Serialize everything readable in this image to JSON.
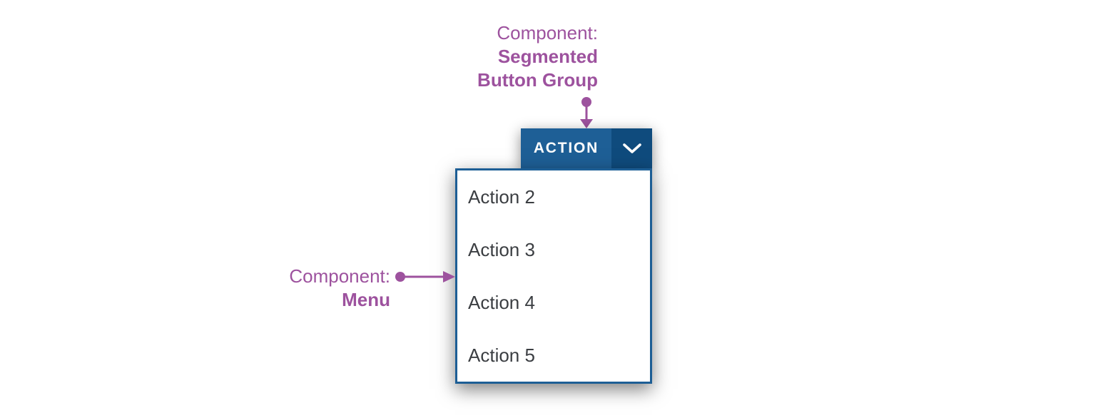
{
  "canvas": {
    "background": "#ffffff"
  },
  "annotations": {
    "top": {
      "line1": "Component:",
      "line2": "Segmented",
      "line3": "Button Group",
      "color": "#9d529e"
    },
    "left": {
      "line1": "Component:",
      "line2": "Menu",
      "color": "#9d529e"
    }
  },
  "segmented_button": {
    "action_label": "ACTION",
    "action_bg": "#1e5f96",
    "chevron_bg": "#0f4b7d",
    "text_color": "#ffffff",
    "chevron_icon": "chevron-down"
  },
  "menu": {
    "border_color": "#1d5e95",
    "background": "#ffffff",
    "item_color": "#3b3e42",
    "items": [
      "Action 2",
      "Action 3",
      "Action 4",
      "Action 5"
    ]
  },
  "leader_arrow_color": "#9d529e"
}
